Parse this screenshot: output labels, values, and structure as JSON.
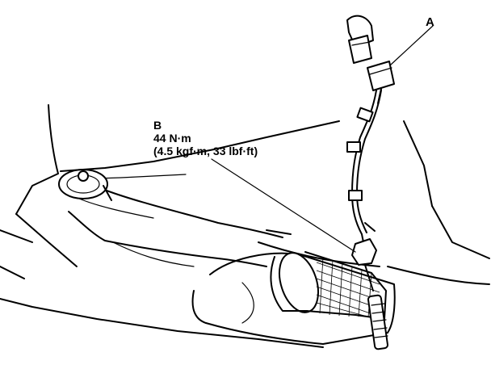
{
  "callouts": {
    "a": {
      "letter": "A"
    },
    "b": {
      "letter": "B",
      "torque_nm": "44 N·m",
      "torque_alt": "(4.5 kgf·m, 33 lbf·ft)"
    }
  }
}
